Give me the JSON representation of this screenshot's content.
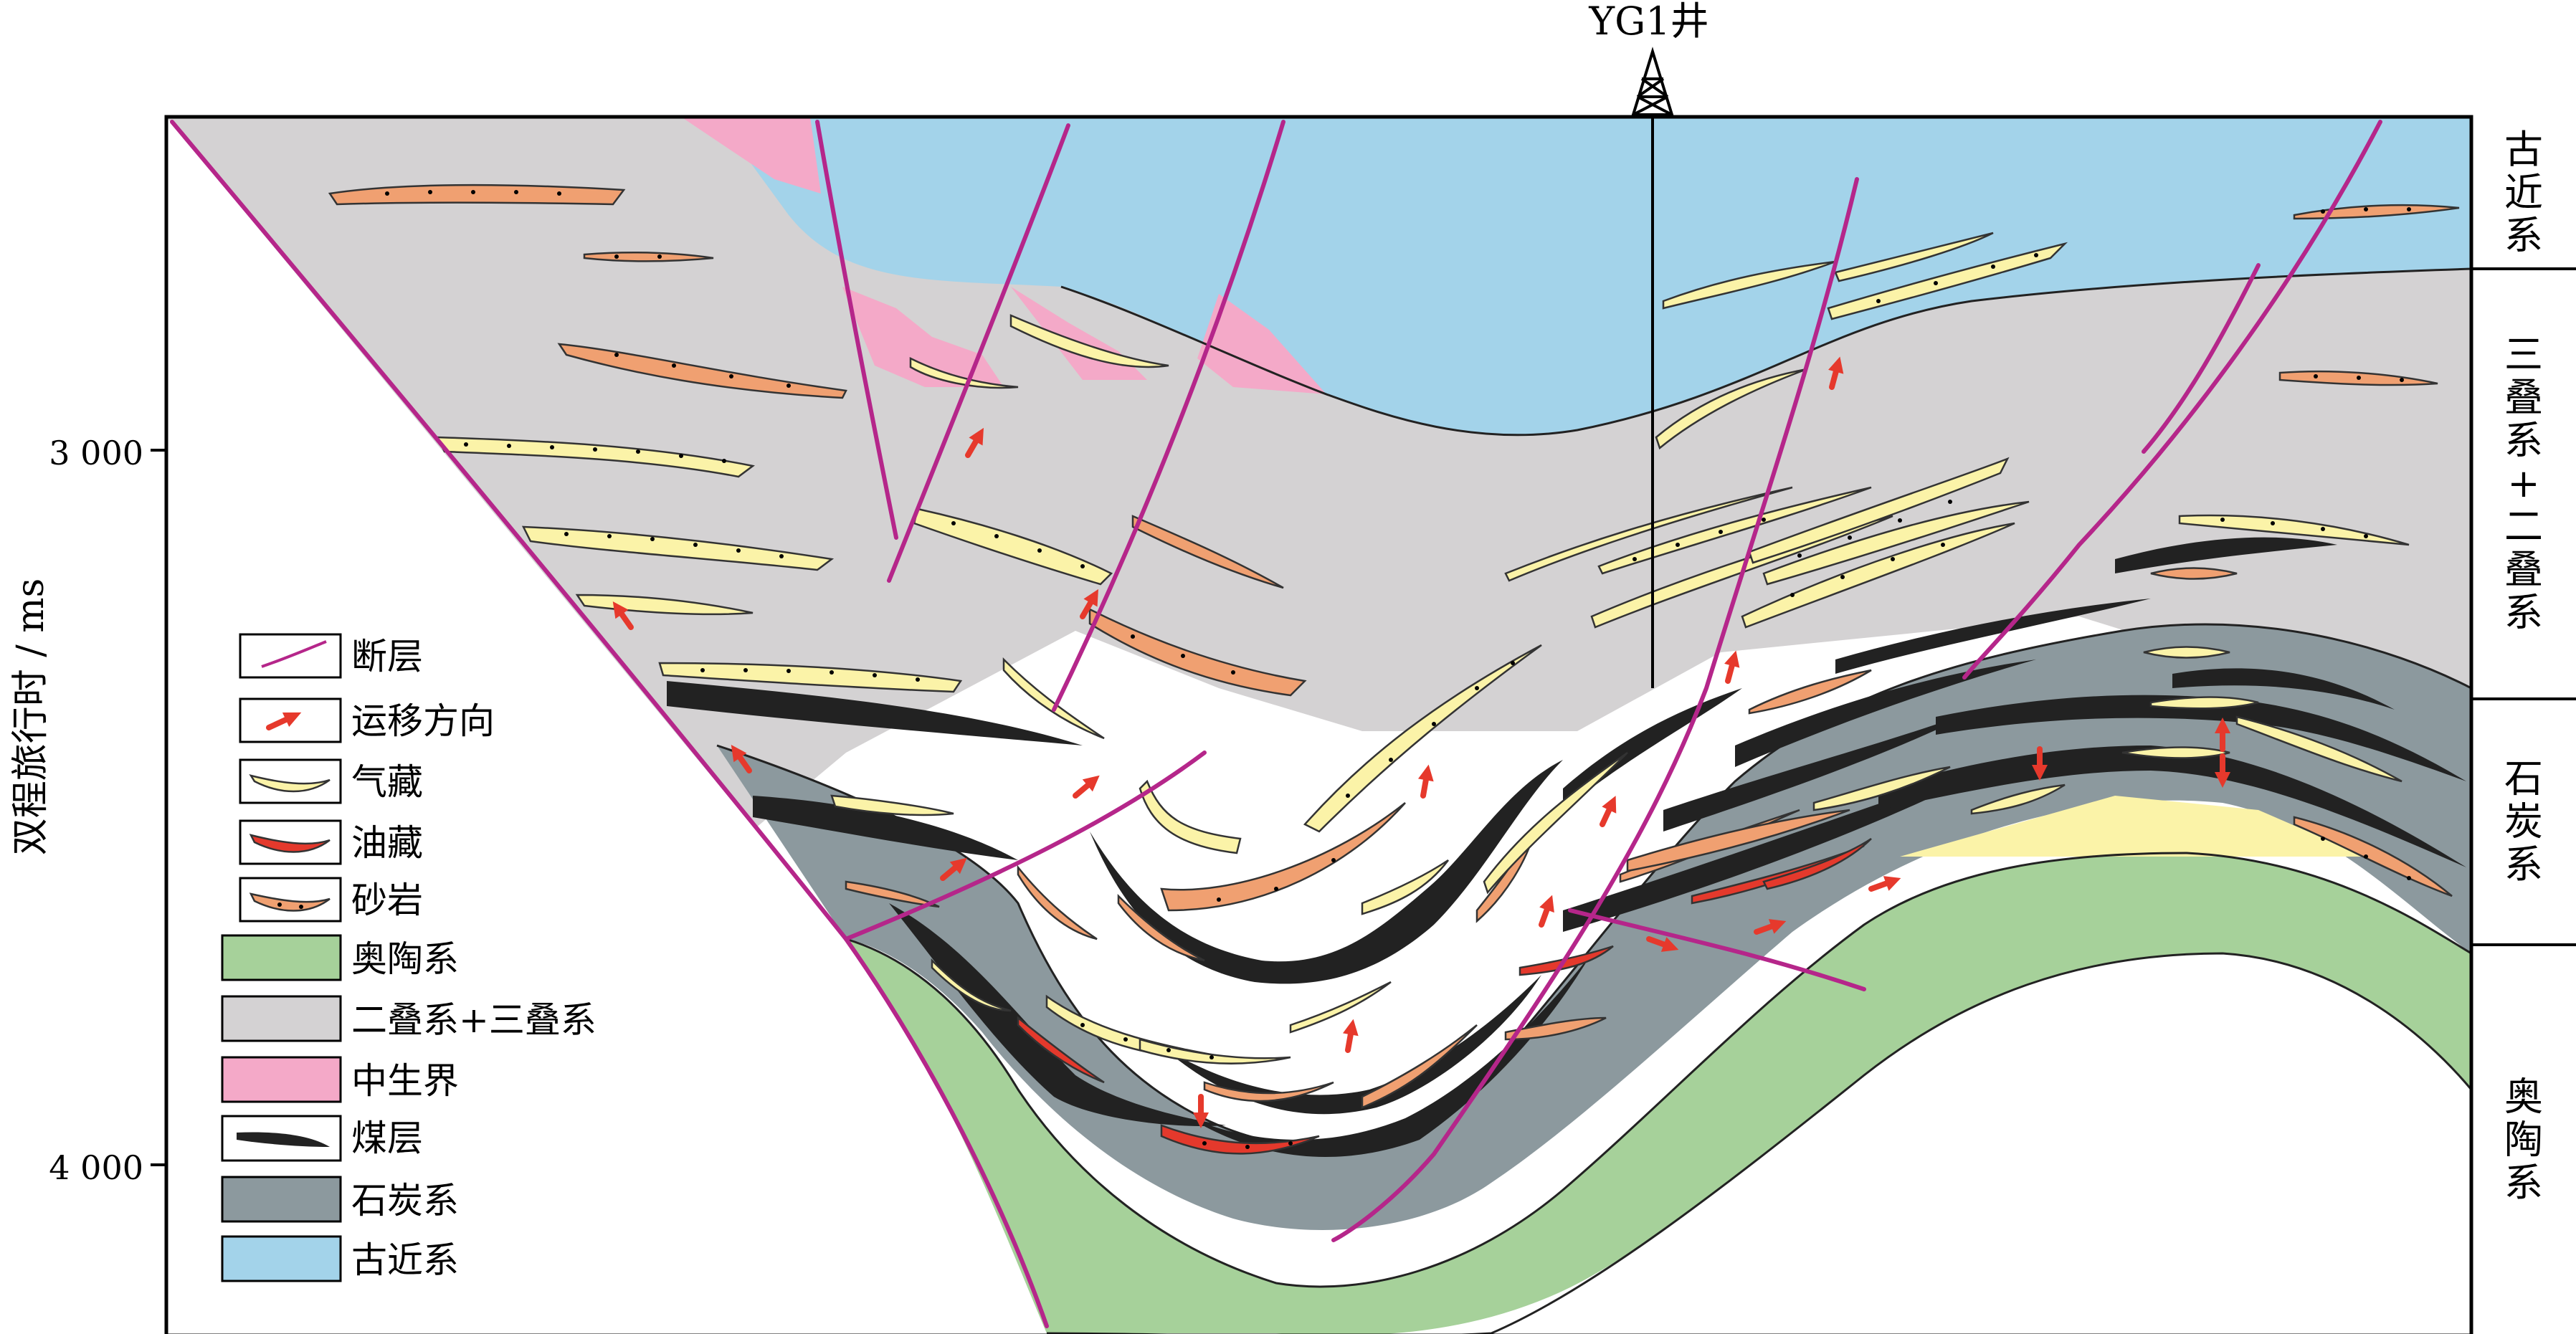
{
  "well": {
    "label": "YG1井"
  },
  "y_axis": {
    "label": "双程旅行时 / ms",
    "ticks": [
      "3 000",
      "4 000"
    ]
  },
  "strata_column": [
    {
      "label": "古近系"
    },
    {
      "label": "三叠系+二叠系"
    },
    {
      "label": "石炭系"
    },
    {
      "label": "奥陶系"
    }
  ],
  "legend": [
    {
      "label": "断层",
      "symbol": "fault"
    },
    {
      "label": "运移方向",
      "symbol": "arrow"
    },
    {
      "label": "气藏",
      "symbol": "gas-lens"
    },
    {
      "label": "油藏",
      "symbol": "oil-lens"
    },
    {
      "label": "砂岩",
      "symbol": "sand-lens"
    },
    {
      "label": "奥陶系",
      "symbol": "ordovician"
    },
    {
      "label": "二叠系+三叠系",
      "symbol": "permian-triassic"
    },
    {
      "label": "中生界",
      "symbol": "mesozoic"
    },
    {
      "label": "煤层",
      "symbol": "coal"
    },
    {
      "label": "石炭系",
      "symbol": "carboniferous"
    },
    {
      "label": "古近系",
      "symbol": "paleogene"
    }
  ],
  "colors": {
    "paleogene": "#a3d3ea",
    "permian_triassic": "#d4d2d3",
    "mesozoic": "#f4a9c8",
    "carboniferous": "#8c999e",
    "ordovician": "#a6d19a",
    "coal": "#222222",
    "gas": "#fbf3a8",
    "oil": "#e4392c",
    "sand": "#f0a071",
    "fault": "#b5268a",
    "arrow": "#e6392c",
    "yellow_zone": "#fbf3a8"
  }
}
